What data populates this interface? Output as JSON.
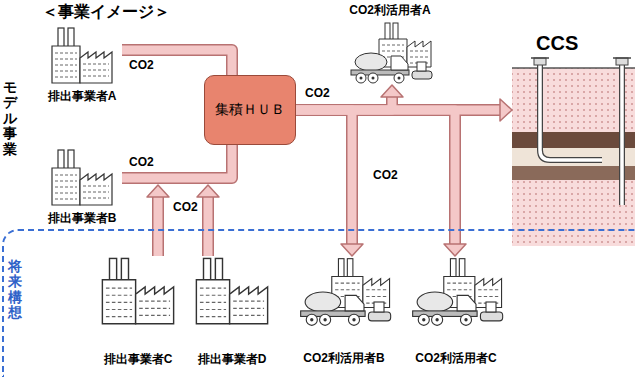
{
  "diagram": {
    "title": "＜事業イメージ＞",
    "nodes": [
      {
        "text": [
          "排出事業者A"
        ]
      },
      {
        "text": [
          "排出事業者B"
        ]
      },
      {
        "text": [
          "集積ＨＵＢ"
        ]
      },
      {
        "text": [
          "CO2利活用者A"
        ]
      },
      {
        "text": [
          "CCS"
        ]
      },
      {
        "text": [
          "将来構想"
        ]
      },
      {
        "text": [
          "排出事業者C"
        ],
        "in": 5
      },
      {
        "text": [
          "排出事業者D"
        ],
        "in": 5
      },
      {
        "text": [
          "CO2利活用者B"
        ],
        "in": 5
      },
      {
        "text": [
          "CO2利活用者C"
        ],
        "in": 5
      }
    ],
    "edges": [
      {
        "from": 0,
        "to": 2,
        "arrow": "none",
        "label": "CO2"
      },
      {
        "from": 1,
        "to": 2,
        "arrow": "none",
        "label": "CO2"
      },
      {
        "from": 2,
        "to": 4,
        "arrow": "to",
        "label": "CO2"
      },
      {
        "from": 2,
        "to": 3,
        "arrow": "to"
      },
      {
        "from": 2,
        "to": 8,
        "arrow": "to",
        "label": "CO2"
      },
      {
        "from": 2,
        "to": 9,
        "arrow": "to"
      },
      {
        "from": 6,
        "to": 1,
        "arrow": "to",
        "label": "CO2"
      },
      {
        "from": 7,
        "to": 1,
        "arrow": "to"
      }
    ],
    "labels": [
      "モデル事業"
    ]
  }
}
